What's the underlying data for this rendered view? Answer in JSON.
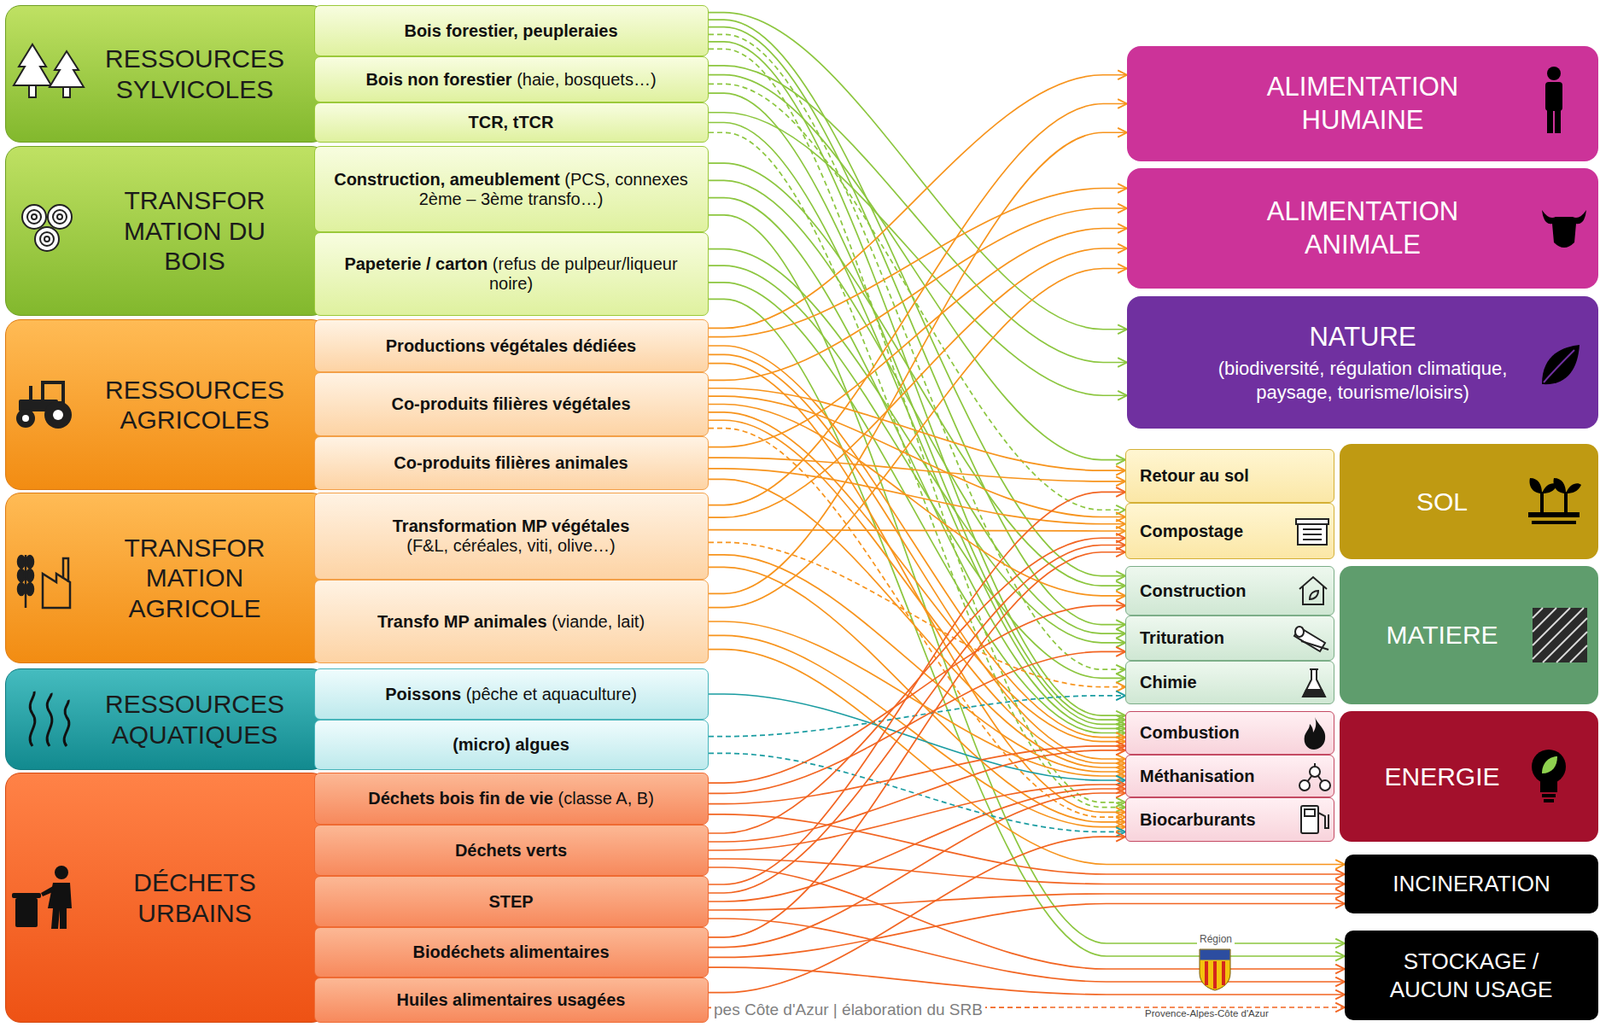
{
  "diagram": {
    "nodes": [
      {
        "text": [
          "RESSOURCES SYLVICOLES"
        ]
      },
      {
        "text": [
          "Bois forestier, peupleraies"
        ]
      },
      {
        "text": [
          "Bois non forestier",
          "(haie, bosquets…)"
        ]
      },
      {
        "text": [
          "TCR, tTCR"
        ]
      },
      {
        "text": [
          "TRANSFOR MATION DU BOIS"
        ]
      },
      {
        "text": [
          "Construction, ameublement",
          "(PCS, connexes 2ème – 3ème transfo…)"
        ]
      },
      {
        "text": [
          "Papeterie / carton",
          "(refus de pulpeur/liqueur noire)"
        ]
      },
      {
        "text": [
          "RESSOURCES AGRICOLES"
        ]
      },
      {
        "text": [
          "Productions végétales dédiées"
        ]
      },
      {
        "text": [
          "Co-produits filières végétales"
        ]
      },
      {
        "text": [
          "Co-produits filières animales"
        ]
      },
      {
        "text": [
          "TRANSFOR MATION AGRICOLE"
        ]
      },
      {
        "text": [
          "Transformation MP végétales",
          "(F&L, céréales, viti, olive…)"
        ]
      },
      {
        "text": [
          "Transfo MP animales",
          "(viande, lait)"
        ]
      },
      {
        "text": [
          "RESSOURCES AQUATIQUES"
        ]
      },
      {
        "text": [
          "Poissons",
          "(pêche et aquaculture)"
        ]
      },
      {
        "text": [
          "(micro) algues"
        ]
      },
      {
        "text": [
          "DÉCHETS URBAINS"
        ]
      },
      {
        "text": [
          "Déchets bois fin de vie",
          "(classe A, B)"
        ]
      },
      {
        "text": [
          "Déchets verts"
        ]
      },
      {
        "text": [
          "STEP"
        ]
      },
      {
        "text": [
          "Biodéchets alimentaires"
        ]
      },
      {
        "text": [
          "Huiles alimentaires usagées"
        ]
      },
      {
        "text": [
          "ALIMENTATION HUMAINE"
        ]
      },
      {
        "text": [
          "ALIMENTATION ANIMALE"
        ]
      },
      {
        "text": [
          "NATURE",
          "(biodiversité, régulation climatique, paysage, tourisme/loisirs)"
        ]
      },
      {
        "text": [
          "SOL"
        ]
      },
      {
        "text": [
          "Retour au sol"
        ]
      },
      {
        "text": [
          "Compostage"
        ]
      },
      {
        "text": [
          "MATIERE"
        ]
      },
      {
        "text": [
          "Construction"
        ]
      },
      {
        "text": [
          "Trituration"
        ]
      },
      {
        "text": [
          "Chimie"
        ]
      },
      {
        "text": [
          "ENERGIE"
        ]
      },
      {
        "text": [
          "Combustion"
        ]
      },
      {
        "text": [
          "Méthanisation"
        ]
      },
      {
        "text": [
          "Biocarburants"
        ]
      },
      {
        "text": [
          "INCINERATION"
        ]
      },
      {
        "text": [
          "STOCKAGE / AUCUN USAGE"
        ]
      }
    ],
    "edges": [
      {
        "from": 1,
        "to": 25,
        "arrow": "to"
      },
      {
        "from": 1,
        "to": 30,
        "arrow": "to"
      },
      {
        "from": 1,
        "to": 31,
        "arrow": "to"
      },
      {
        "from": 1,
        "to": 32,
        "arrow": "to"
      },
      {
        "from": 1,
        "to": 34,
        "arrow": "to"
      },
      {
        "from": 1,
        "to": 36,
        "arrow": "to"
      },
      {
        "from": 2,
        "to": 25,
        "arrow": "to"
      },
      {
        "from": 2,
        "to": 27,
        "arrow": "to"
      },
      {
        "from": 2,
        "to": 28,
        "arrow": "to"
      },
      {
        "from": 2,
        "to": 34,
        "arrow": "to"
      },
      {
        "from": 3,
        "to": 25,
        "arrow": "to"
      },
      {
        "from": 3,
        "to": 34,
        "arrow": "to"
      },
      {
        "from": 3,
        "to": 36,
        "arrow": "to"
      },
      {
        "from": 5,
        "to": 30,
        "arrow": "to"
      },
      {
        "from": 5,
        "to": 31,
        "arrow": "to"
      },
      {
        "from": 5,
        "to": 34,
        "arrow": "to"
      },
      {
        "from": 5,
        "to": 38,
        "arrow": "to"
      },
      {
        "from": 6,
        "to": 31,
        "arrow": "to"
      },
      {
        "from": 6,
        "to": 32,
        "arrow": "to"
      },
      {
        "from": 6,
        "to": 34,
        "arrow": "to"
      },
      {
        "from": 6,
        "to": 38,
        "arrow": "to"
      },
      {
        "from": 8,
        "to": 23,
        "arrow": "to"
      },
      {
        "from": 8,
        "to": 24,
        "arrow": "to"
      },
      {
        "from": 8,
        "to": 34,
        "arrow": "to"
      },
      {
        "from": 8,
        "to": 35,
        "arrow": "to"
      },
      {
        "from": 8,
        "to": 36,
        "arrow": "to"
      },
      {
        "from": 9,
        "to": 24,
        "arrow": "to"
      },
      {
        "from": 9,
        "to": 27,
        "arrow": "to"
      },
      {
        "from": 9,
        "to": 28,
        "arrow": "to"
      },
      {
        "from": 9,
        "to": 30,
        "arrow": "to"
      },
      {
        "from": 9,
        "to": 34,
        "arrow": "to"
      },
      {
        "from": 9,
        "to": 35,
        "arrow": "to"
      },
      {
        "from": 9,
        "to": 36,
        "arrow": "to"
      },
      {
        "from": 10,
        "to": 24,
        "arrow": "to"
      },
      {
        "from": 10,
        "to": 27,
        "arrow": "to"
      },
      {
        "from": 10,
        "to": 28,
        "arrow": "to"
      },
      {
        "from": 10,
        "to": 35,
        "arrow": "to"
      },
      {
        "from": 12,
        "to": 23,
        "arrow": "to"
      },
      {
        "from": 12,
        "to": 24,
        "arrow": "to"
      },
      {
        "from": 12,
        "to": 28,
        "arrow": "to"
      },
      {
        "from": 12,
        "to": 32,
        "arrow": "to"
      },
      {
        "from": 12,
        "to": 35,
        "arrow": "to"
      },
      {
        "from": 12,
        "to": 36,
        "arrow": "to"
      },
      {
        "from": 13,
        "to": 23,
        "arrow": "to"
      },
      {
        "from": 13,
        "to": 24,
        "arrow": "to"
      },
      {
        "from": 13,
        "to": 35,
        "arrow": "to"
      },
      {
        "from": 13,
        "to": 36,
        "arrow": "to"
      },
      {
        "from": 13,
        "to": 37,
        "arrow": "to"
      },
      {
        "from": 15,
        "to": 35,
        "arrow": "to"
      },
      {
        "from": 16,
        "to": 32,
        "arrow": "to"
      },
      {
        "from": 16,
        "to": 36,
        "arrow": "to"
      },
      {
        "from": 18,
        "to": 30,
        "arrow": "to"
      },
      {
        "from": 18,
        "to": 31,
        "arrow": "to"
      },
      {
        "from": 18,
        "to": 34,
        "arrow": "to"
      },
      {
        "from": 18,
        "to": 37,
        "arrow": "to"
      },
      {
        "from": 19,
        "to": 28,
        "arrow": "to"
      },
      {
        "from": 19,
        "to": 34,
        "arrow": "to"
      },
      {
        "from": 19,
        "to": 35,
        "arrow": "to"
      },
      {
        "from": 19,
        "to": 37,
        "arrow": "to"
      },
      {
        "from": 19,
        "to": 38,
        "arrow": "to"
      },
      {
        "from": 20,
        "to": 27,
        "arrow": "to"
      },
      {
        "from": 20,
        "to": 28,
        "arrow": "to"
      },
      {
        "from": 20,
        "to": 35,
        "arrow": "to"
      },
      {
        "from": 20,
        "to": 37,
        "arrow": "to"
      },
      {
        "from": 20,
        "to": 38,
        "arrow": "to"
      },
      {
        "from": 21,
        "to": 28,
        "arrow": "to"
      },
      {
        "from": 21,
        "to": 35,
        "arrow": "to"
      },
      {
        "from": 21,
        "to": 37,
        "arrow": "to"
      },
      {
        "from": 21,
        "to": 38,
        "arrow": "to"
      },
      {
        "from": 22,
        "to": 36,
        "arrow": "to"
      },
      {
        "from": 22,
        "to": 38,
        "arrow": "to"
      }
    ],
    "labels": [
      "pes Côte d'Azur | élaboration du SRB",
      "Région",
      "Provence-Alpes-Côte d'Azur"
    ]
  }
}
